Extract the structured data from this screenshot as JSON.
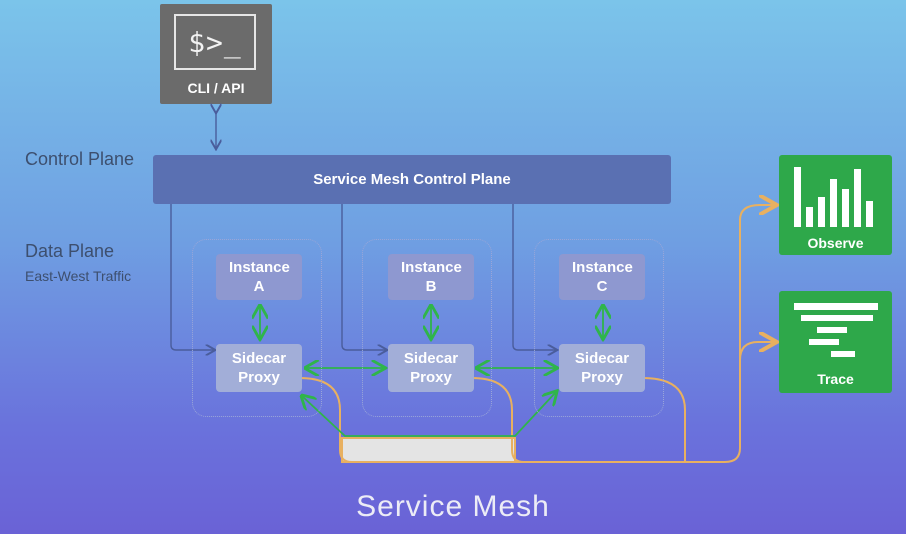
{
  "cli": {
    "prompt": "$>_",
    "label": "CLI / API"
  },
  "labels": {
    "control_plane": "Control Plane",
    "data_plane": "Data Plane",
    "east_west": "East-West Traffic"
  },
  "control_plane_bar": "Service Mesh Control Plane",
  "instances": [
    {
      "name": "Instance A"
    },
    {
      "name": "Instance B"
    },
    {
      "name": "Instance C"
    }
  ],
  "sidecar_label": "Sidecar Proxy",
  "tiles": {
    "observe": "Observe",
    "trace": "Trace"
  },
  "title": "Service Mesh",
  "colors": {
    "green_arrow": "#2fb54a",
    "orange_path": "#e8b060",
    "tile_green": "#2ea84a"
  }
}
